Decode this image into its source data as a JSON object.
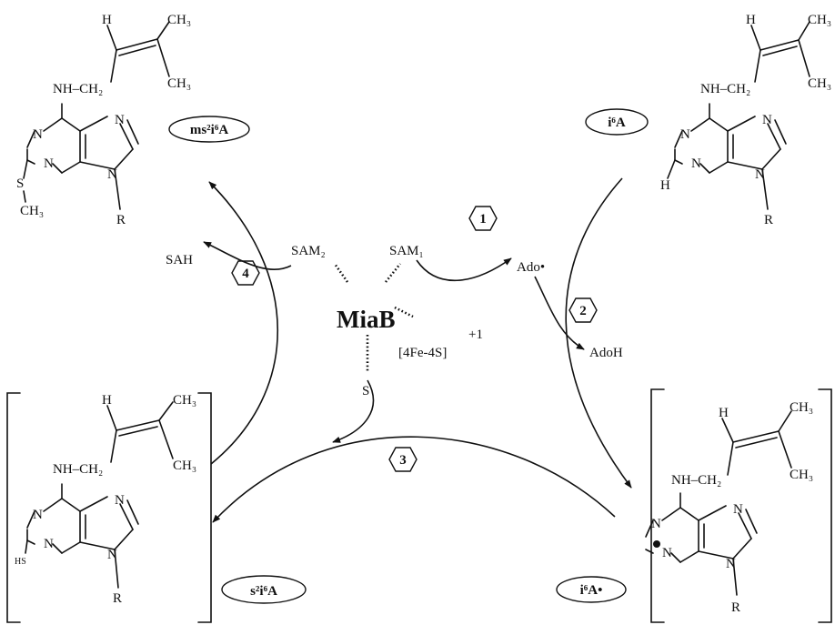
{
  "molecules": {
    "ms2i6A": {
      "label": "ms²i⁶A",
      "ring_atoms": [
        "N",
        "N",
        "N",
        "N"
      ],
      "prenyl": {
        "h": "H",
        "ch3_top": "CH₃",
        "ch3_bottom": "CH₃",
        "link": "NH–CH₂"
      },
      "substituent": "S",
      "substituent_methyl": "CH₃",
      "r": "R"
    },
    "i6A": {
      "label": "i⁶A",
      "ring_atoms": [
        "N",
        "N",
        "N",
        "N"
      ],
      "prenyl": {
        "h": "H",
        "ch3_top": "CH₃",
        "ch3_bottom": "CH₃",
        "link": "NH–CH₂"
      },
      "c2_h": "H",
      "r": "R"
    },
    "s2i6A": {
      "label": "s²i⁶A",
      "ring_atoms": [
        "N",
        "N",
        "N",
        "N"
      ],
      "prenyl": {
        "h": "H",
        "ch3_top": "CH₃",
        "ch3_bottom": "CH₃",
        "link": "NH–CH₂"
      },
      "substituent": "HS",
      "r": "R"
    },
    "i6A_radical": {
      "label": "i⁶A•",
      "ring_atoms": [
        "N",
        "N",
        "N",
        "N"
      ],
      "prenyl": {
        "h": "H",
        "ch3_top": "CH₃",
        "ch3_bottom": "CH₃",
        "link": "NH–CH₂"
      },
      "r": "R"
    }
  },
  "center": {
    "enzyme": "MiaB",
    "sam1": "SAM₁",
    "sam2": "SAM₂",
    "cluster": "[4Fe-4S]",
    "cluster_charge": "+1",
    "sulfur": "S"
  },
  "species": {
    "ado_radical": "Ado•",
    "adoh": "AdoH",
    "sah": "SAH"
  },
  "steps": [
    "1",
    "2",
    "3",
    "4"
  ]
}
